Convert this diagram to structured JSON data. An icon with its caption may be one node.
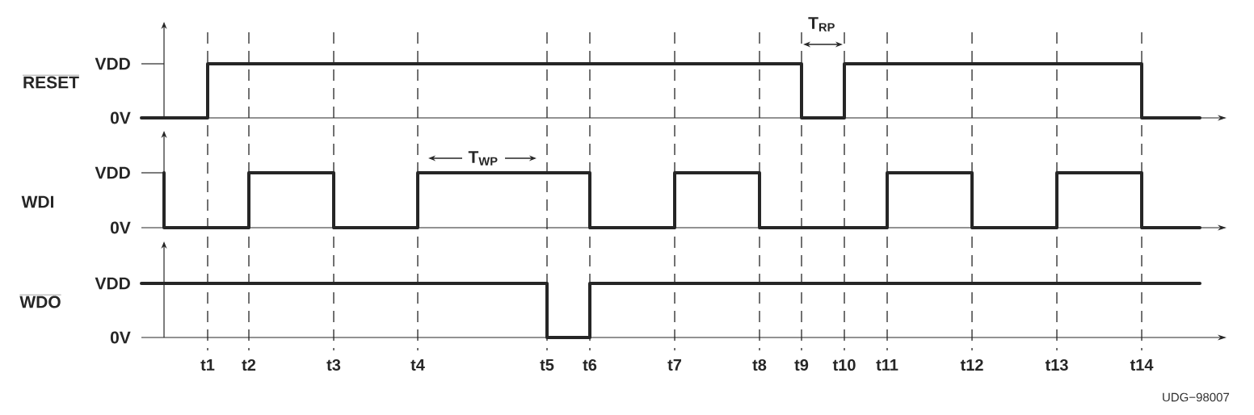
{
  "diagram": {
    "labels": [
      "T$_{RP}$",
      "VDD",
      "RESET",
      "0V",
      "T$_{WP}$",
      "VDD",
      "WDI",
      "0V",
      "VDD",
      "WDO",
      "0V",
      "t1",
      "t2",
      "t3",
      "t4",
      "t5",
      "t6",
      "t7",
      "t8",
      "t9",
      "t10",
      "t11",
      "t12",
      "t13",
      "t14",
      "UDG−98007"
    ]
  }
}
